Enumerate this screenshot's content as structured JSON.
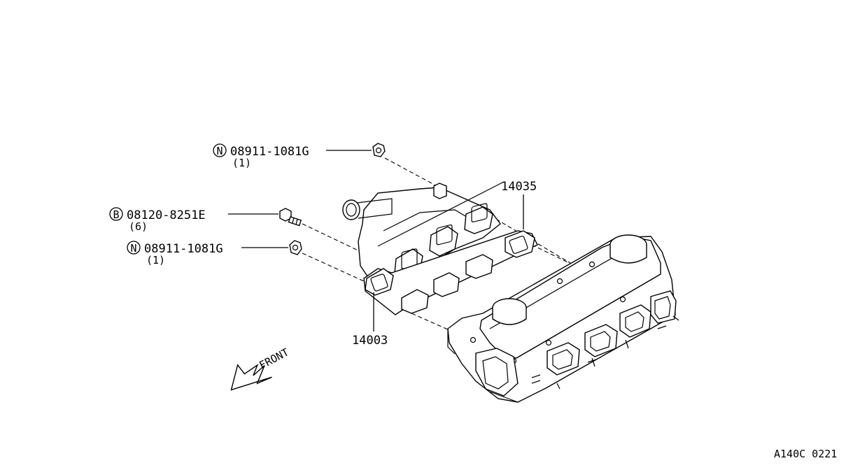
{
  "callouts": [
    {
      "symbol": "N",
      "part_number": "08911-1081G",
      "qty": "(1)"
    },
    {
      "symbol": "B",
      "part_number": "08120-8251E",
      "qty": "(6)"
    },
    {
      "symbol": "N",
      "part_number": "08911-1081G",
      "qty": "(1)"
    }
  ],
  "part_labels": {
    "gasket": "14035",
    "manifold": "14003"
  },
  "front_label": "FRONT",
  "diagram_code": "A140C 0221"
}
